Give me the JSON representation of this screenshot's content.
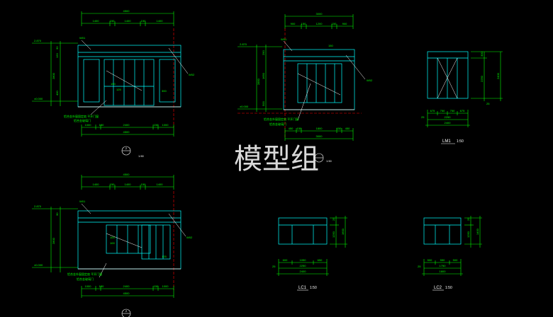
{
  "colors": {
    "background": "#000000",
    "dimension": "#00ff00",
    "outline": "#00ffff",
    "detail": "#ffffff",
    "axis": "#ff0000",
    "watermark": "#ffffff"
  },
  "watermark": "模型组",
  "elev1": {
    "top_total": "4500",
    "top_segs": [
      "1400",
      "150",
      "1400",
      "150",
      "1400"
    ],
    "left_dims": [
      "2.870",
      "±0.000"
    ],
    "side_dims": [
      "30",
      "120",
      "2800",
      "400"
    ],
    "tags": [
      "W01",
      "W02",
      "150",
      "125",
      "300"
    ],
    "note1": "铝合金外窗固定扇 平开门窗",
    "note2": "铝合金玻璃门",
    "bot_segs": [
      "1000",
      "150",
      "2400",
      "150",
      "1000"
    ],
    "bot_total": "4500",
    "symbol": "2",
    "scale": "1:50"
  },
  "elev2": {
    "top_total": "3000",
    "top_segs": [
      "900",
      "150",
      "1200",
      "150",
      "900"
    ],
    "left_dims": [
      "2.870",
      "±0.000"
    ],
    "side_dims": [
      "290",
      "1650",
      "2850",
      "500"
    ],
    "tags": [
      "W01",
      "W02",
      "150"
    ],
    "note1": "铝合金外窗固定扇 平开门窗",
    "note2": "铝合金玻璃门",
    "bot_segs": [
      "450",
      "150",
      "1800",
      "150",
      "450"
    ],
    "bot_total": "3000",
    "scale": "1:50"
  },
  "lm1": {
    "right_dims": [
      "300",
      "2250",
      "2400"
    ],
    "bot_segs": [
      "675",
      "750",
      "750",
      "675"
    ],
    "bot_mid": "2250",
    "bot_total": "2400",
    "corner": "25",
    "name": "LM1",
    "scale": "1:50"
  },
  "elev3": {
    "top_total": "4500",
    "top_segs": [
      "1400",
      "150",
      "1400",
      "150",
      "1400"
    ],
    "left_dims": [
      "2.870",
      "±0.000"
    ],
    "side_dims": [
      "30",
      "2800"
    ],
    "tags": [
      "W01",
      "W02",
      "100",
      "100",
      "125"
    ],
    "note1": "铝合金外窗固定扇 平开门窗",
    "note2": "铝合金玻璃门",
    "bot_segs": [
      "1000",
      "150",
      "2400",
      "150",
      "1000"
    ],
    "bot_total": "4500",
    "symbol": "2"
  },
  "lc1": {
    "right_dims": [
      "25",
      "1250",
      "1600"
    ],
    "bot_segs": [
      "600",
      "1050",
      "650"
    ],
    "bot_mid": "2250",
    "bot_total": "2400",
    "corner": "25",
    "name": "LC1",
    "scale": "1:50"
  },
  "lc2": {
    "right_dims": [
      "25",
      "1250",
      "1400"
    ],
    "bot_segs": [
      "500",
      "550",
      "500"
    ],
    "bot_mid": "1750",
    "bot_total": "1800",
    "corner": "25",
    "name": "LC2",
    "scale": "1:50"
  }
}
